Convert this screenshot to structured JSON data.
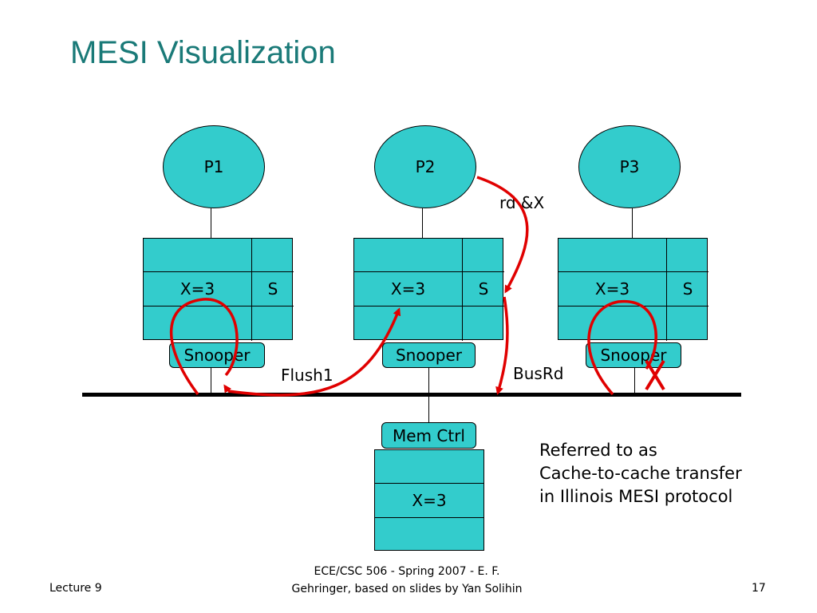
{
  "title": "MESI Visualization",
  "processors": [
    {
      "label": "P1",
      "cache_rows": [
        {
          "data": "",
          "state": ""
        },
        {
          "data": "X=3",
          "state": "S"
        },
        {
          "data": "",
          "state": ""
        }
      ],
      "snooper": "Snooper"
    },
    {
      "label": "P2",
      "cache_rows": [
        {
          "data": "",
          "state": ""
        },
        {
          "data": "X=3",
          "state": "S"
        },
        {
          "data": "",
          "state": ""
        }
      ],
      "snooper": "Snooper"
    },
    {
      "label": "P3",
      "cache_rows": [
        {
          "data": "",
          "state": ""
        },
        {
          "data": "X=3",
          "state": "S"
        },
        {
          "data": "",
          "state": ""
        }
      ],
      "snooper": "Snooper"
    }
  ],
  "memory": {
    "controller": "Mem Ctrl",
    "rows": [
      "",
      "X=3",
      ""
    ]
  },
  "labels": {
    "read_request": "rd &X",
    "busrd": "BusRd",
    "flush": "Flush1"
  },
  "note": [
    "Referred to as",
    "Cache-to-cache transfer",
    "in Illinois MESI protocol"
  ],
  "footer": {
    "left": "Lecture 9",
    "center_line1": "ECE/CSC 506 - Spring 2007 - E. F.",
    "center_line2": "Gehringer, based on slides by Yan Solihin",
    "page": "17"
  },
  "colors": {
    "accent": "#33cccc",
    "title": "#1a7a78",
    "arrow": "#e00000"
  }
}
